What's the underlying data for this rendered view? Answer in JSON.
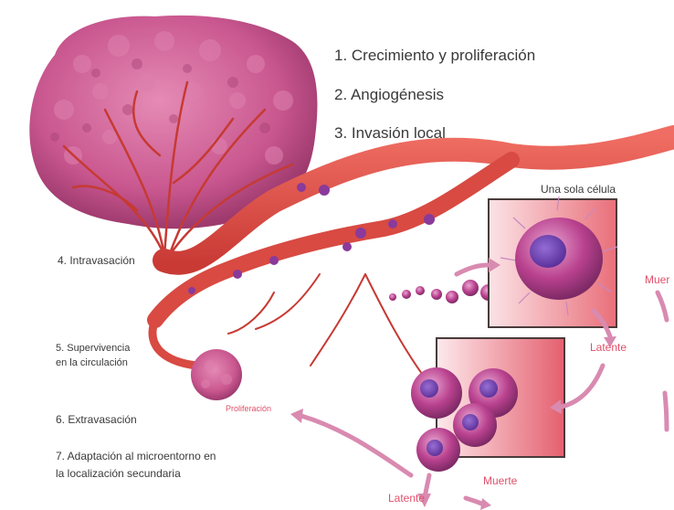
{
  "steps": {
    "s1": "1. Crecimiento y proliferación",
    "s2": "2. Angiogénesis",
    "s3": "3. Invasión local",
    "s4": "4. Intravasación",
    "s5_a": "5.     Supervivencia",
    "s5_b": "en la circulación",
    "s6": "6. Extravasación",
    "s7_a": "7. Adaptación al microentorno en",
    "s7_b": "la localización secundaria"
  },
  "fates": {
    "single_cell": "Una sola célula",
    "death_top": "Muer",
    "latent_top": "Latente",
    "death_bottom": "Muerte",
    "latent_bottom": "Latente",
    "proliferation": "Proliferación"
  },
  "colors": {
    "tumor": "#c9578f",
    "vessel": "#d84a42",
    "cell": "#b9418e",
    "accent_text": "#e0506a",
    "arrow": "#d98ab0"
  }
}
